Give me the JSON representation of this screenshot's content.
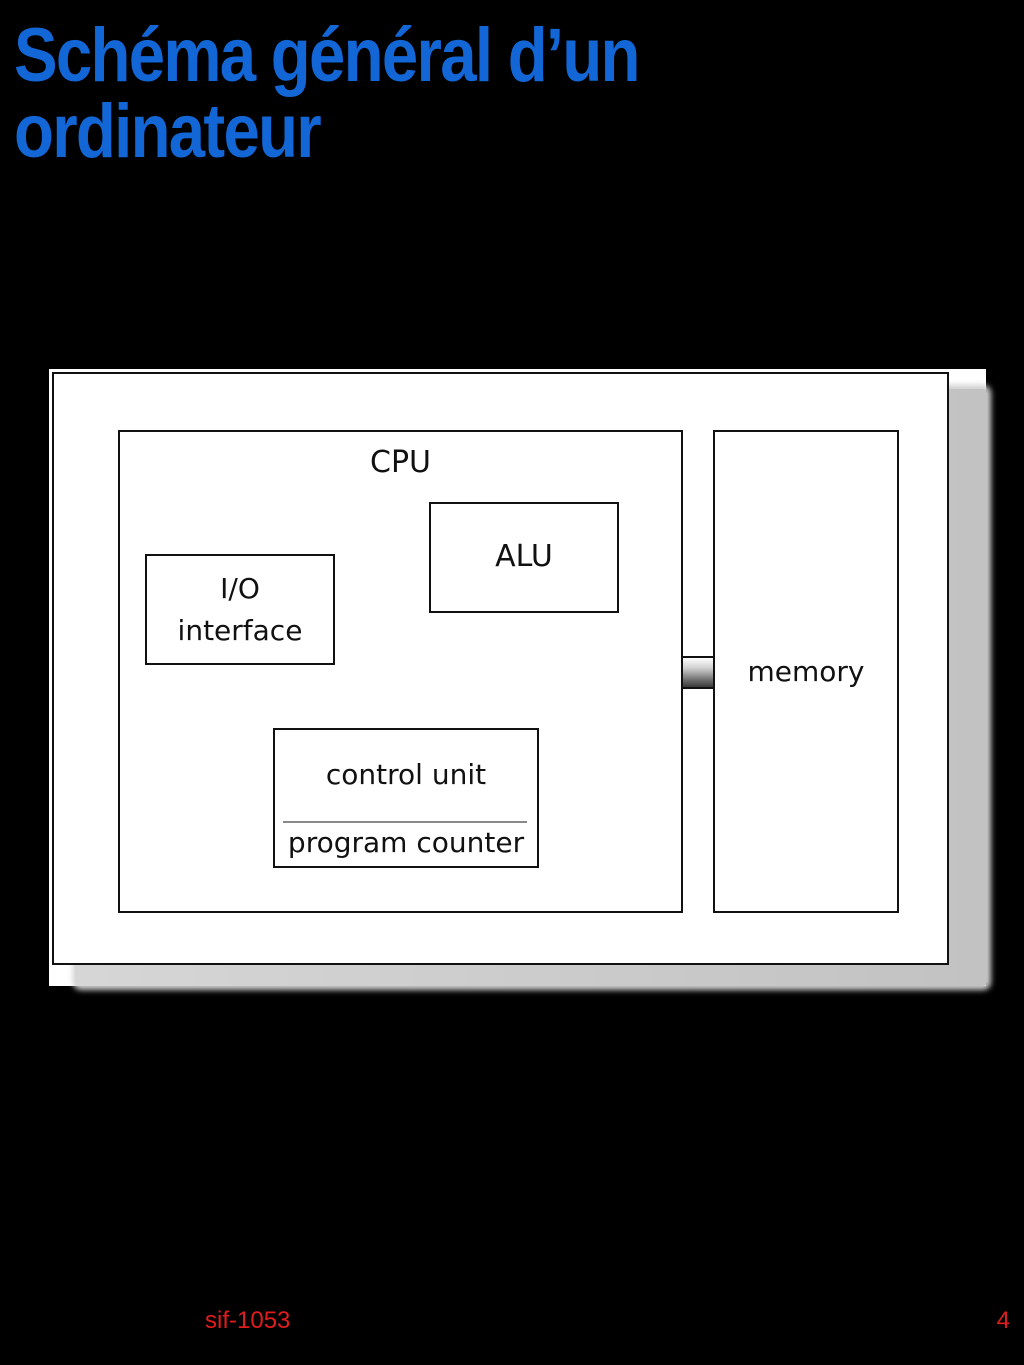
{
  "slide": {
    "title": "Schéma général d’un ordinateur",
    "footer_course": "sif-1053",
    "page_number": "4"
  },
  "diagram": {
    "cpu_label": "CPU",
    "io_label_line1": "I/O",
    "io_label_line2": "interface",
    "alu_label": "ALU",
    "control_unit_label": "control unit",
    "program_counter_label": "program counter",
    "memory_label": "memory"
  },
  "colors": {
    "background": "#000000",
    "title": "#1366d6",
    "footer": "#e01d1d",
    "diagram_background": "#ffffff",
    "diagram_lines": "#111111"
  }
}
